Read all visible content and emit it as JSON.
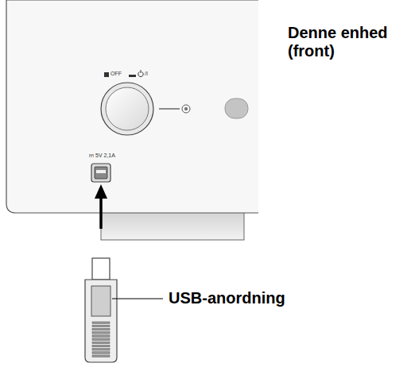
{
  "diagram": {
    "labels": [
      "OFF",
      "/I",
      "5V 2,1A",
      "Denne enhed (front)",
      "USB-anordning"
    ]
  }
}
